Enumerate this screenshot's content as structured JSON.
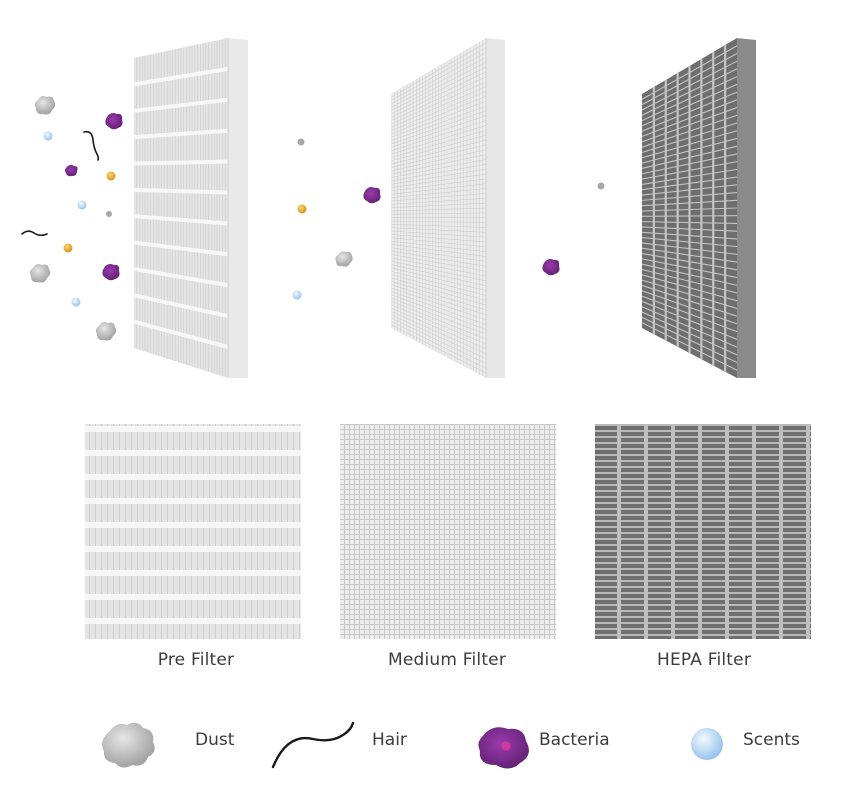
{
  "filters": [
    {
      "label": "Pre Filter"
    },
    {
      "label": "Medium Filter"
    },
    {
      "label": "HEPA Filter"
    }
  ],
  "legend": [
    {
      "label": "Dust",
      "icon": "dust-icon"
    },
    {
      "label": "Hair",
      "icon": "hair-icon"
    },
    {
      "label": "Bacteria",
      "icon": "bacteria-icon"
    },
    {
      "label": "Scents",
      "icon": "scents-icon"
    }
  ],
  "colors": {
    "dust": "#b5b5b5",
    "bacteria": "#7b2d8e",
    "bacteria_core": "#c2328f",
    "scents": "#bcdcf6",
    "pollen": "#e3a52c",
    "hair": "#1a1a1a",
    "pre_filter": "#e2e2e2",
    "medium_filter": "#dcdcdc",
    "hepa_filter": "#6e6e6e",
    "text": "#3c3c3c"
  }
}
